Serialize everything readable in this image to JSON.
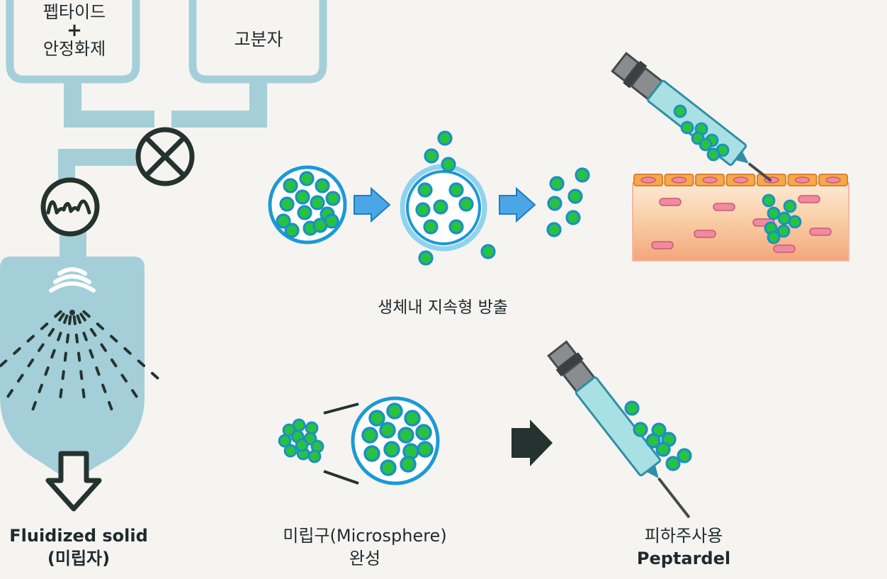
{
  "labels": {
    "tank_left": [
      "펩타이드",
      "+",
      "안정화제"
    ],
    "tank_right": "고분자",
    "fluidized": [
      "Fluidized solid",
      "(미립자)"
    ],
    "release": "생체내 지속형 방출",
    "microsphere": [
      "미립구(Microsphere)",
      "완성"
    ],
    "product": [
      "피하주사용",
      "Peptardel"
    ]
  },
  "colors": {
    "pipe": "#a4cfd8",
    "particle_core": "#27c23f",
    "particle_ring": "#1b8fc9",
    "sphere_ring": "#1b9ad6",
    "arrow_blue": "#4aa6e6",
    "dark": "#253330",
    "skin_top": "#f7a84a",
    "skin_cell": "#f08aa0",
    "barrel": "#a9e0e3"
  },
  "icons": [
    "valve-icon",
    "sensor-icon",
    "spray-nozzle-icon",
    "down-arrow-icon",
    "right-arrow-icon",
    "syringe-icon",
    "skin-tissue-icon"
  ]
}
